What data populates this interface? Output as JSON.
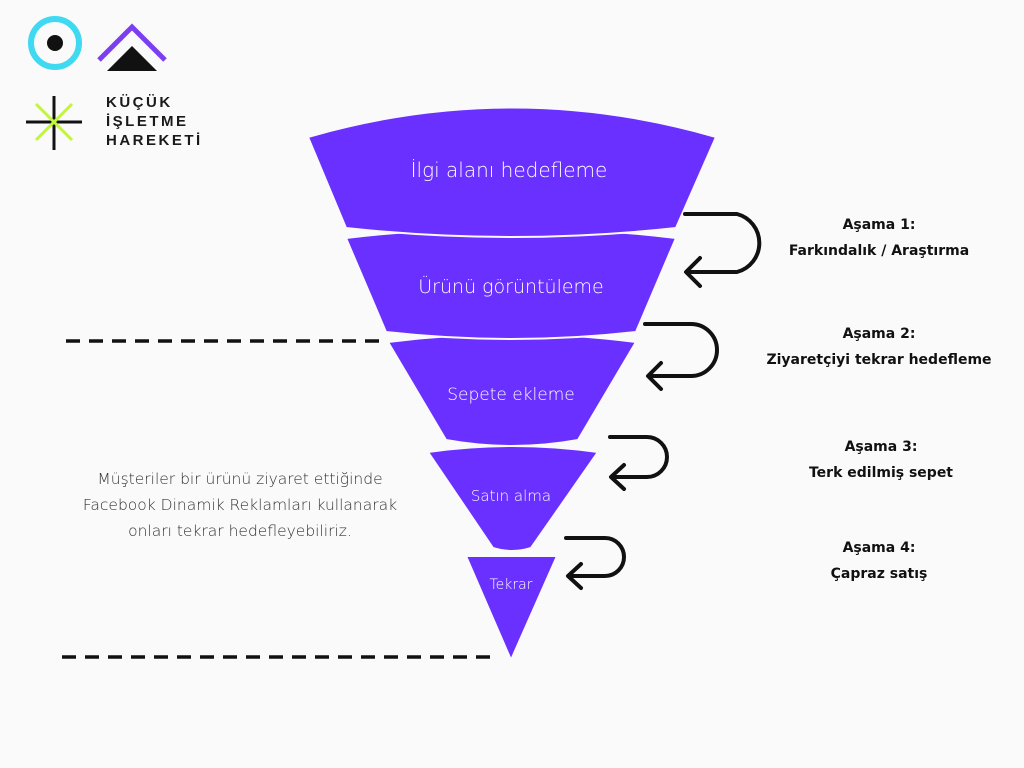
{
  "colors": {
    "funnel": "#6a30ff",
    "funnel_dark": "#5a22ee",
    "logo_cyan": "#3fd9f2",
    "logo_purple": "#7b3ff0",
    "logo_lime": "#c3f53c",
    "ink": "#111111"
  },
  "logo": {
    "line1": "KÜÇÜK",
    "line2": "İŞLETME",
    "line3": "HAREKETİ"
  },
  "funnel": [
    {
      "label": "İlgi alanı hedefleme"
    },
    {
      "label": "Ürünü görüntüleme"
    },
    {
      "label": "Sepete ekleme"
    },
    {
      "label": "Satın alma"
    },
    {
      "label": "Tekrar"
    }
  ],
  "stages": [
    {
      "title": "Aşama 1:",
      "subtitle": "Farkındalık / Araştırma"
    },
    {
      "title": "Aşama 2:",
      "subtitle": "Ziyaretçiyi tekrar hedefleme"
    },
    {
      "title": "Aşama 3:",
      "subtitle": "Terk edilmiş sepet"
    },
    {
      "title": "Aşama 4:",
      "subtitle": "Çapraz satış"
    }
  ],
  "description": {
    "line1": "Müşteriler bir ürünü ziyaret ettiğinde",
    "line2": "Facebook Dinamik Reklamları kullanarak",
    "line3": "onları tekrar hedefleyebiliriz."
  }
}
